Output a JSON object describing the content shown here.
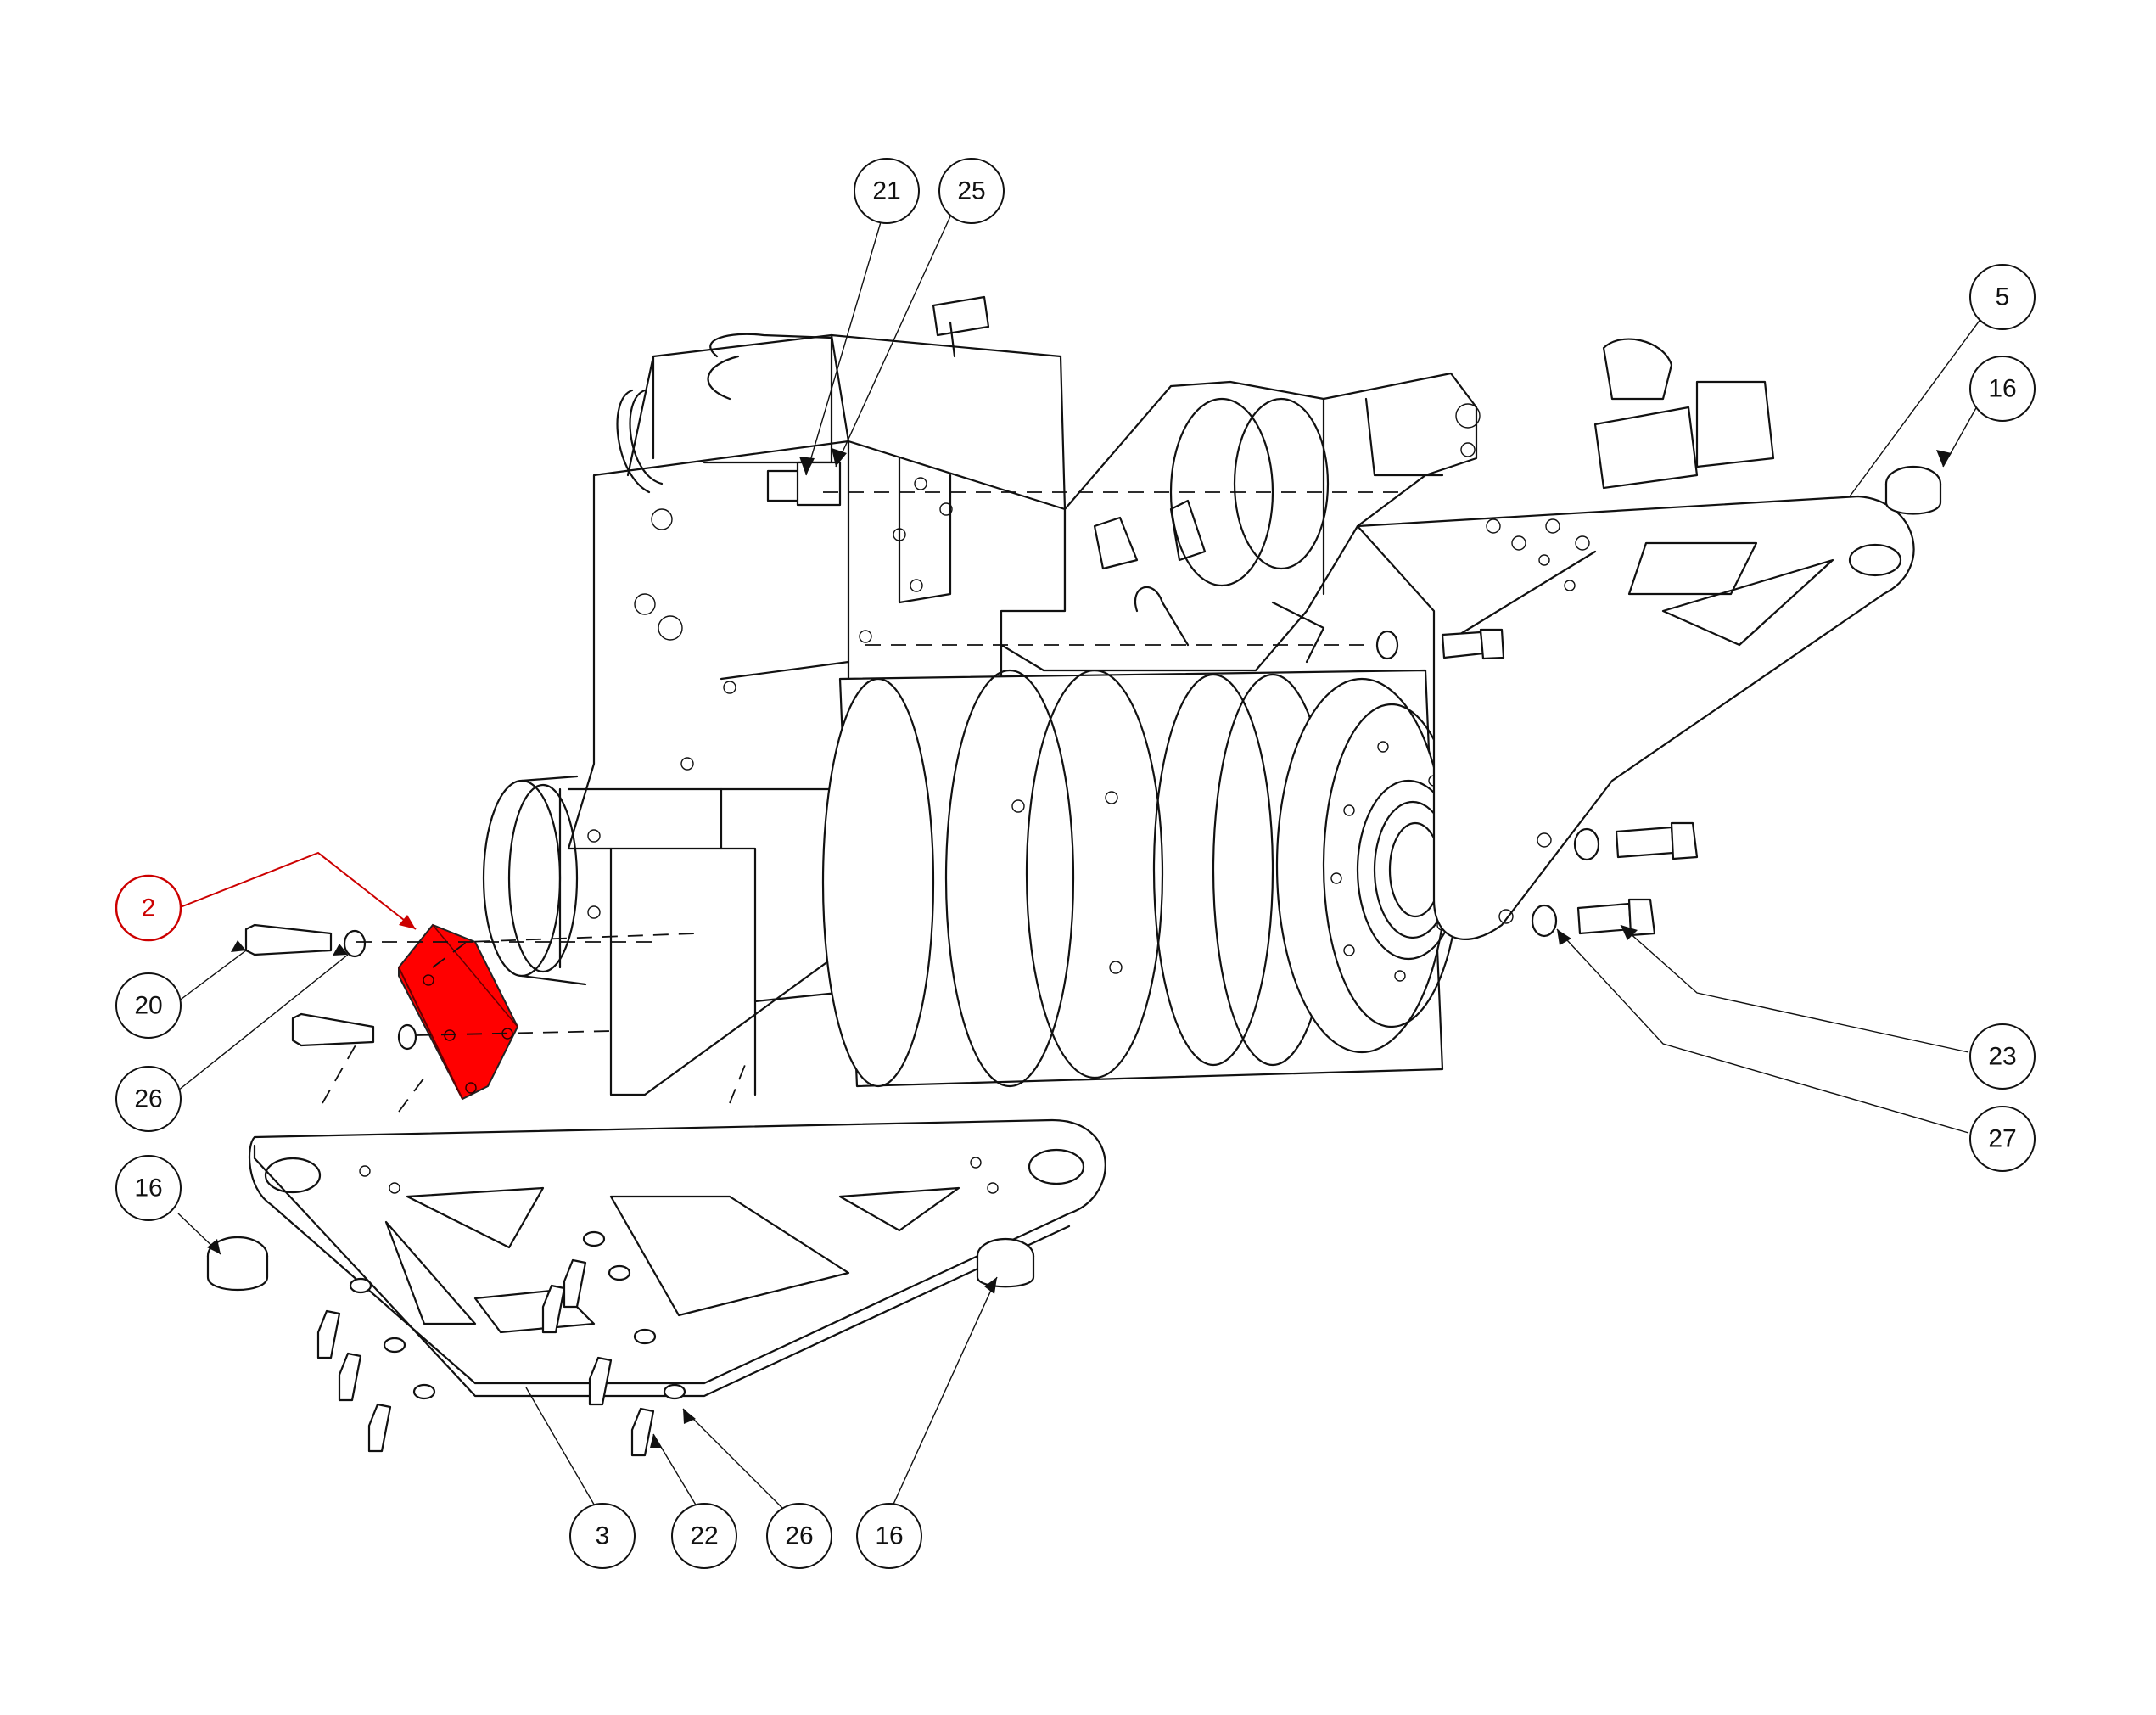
{
  "balloons": [
    {
      "id": "b21",
      "label": "21"
    },
    {
      "id": "b25",
      "label": "25"
    },
    {
      "id": "b5",
      "label": "5"
    },
    {
      "id": "b16-top",
      "label": "16"
    },
    {
      "id": "b2",
      "label": "2"
    },
    {
      "id": "b20",
      "label": "20"
    },
    {
      "id": "b26-left",
      "label": "26"
    },
    {
      "id": "b16-left",
      "label": "16"
    },
    {
      "id": "b23",
      "label": "23"
    },
    {
      "id": "b27",
      "label": "27"
    },
    {
      "id": "b3",
      "label": "3"
    },
    {
      "id": "b22",
      "label": "22"
    },
    {
      "id": "b26-bottom",
      "label": "26"
    },
    {
      "id": "b16-bottom",
      "label": "16"
    }
  ],
  "colors": {
    "line": "#111111",
    "highlight": "#ff0000",
    "highlight_callout": "#cc0000",
    "background": "#ffffff"
  }
}
